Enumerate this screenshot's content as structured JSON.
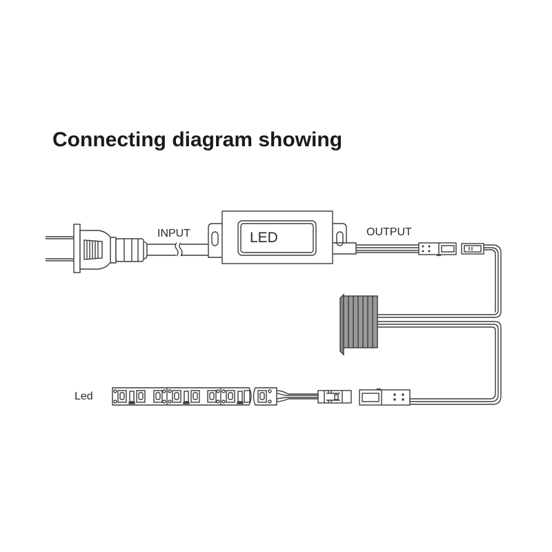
{
  "title": "Connecting diagram showing",
  "labels": {
    "input": "INPUT",
    "output": "OUTPUT",
    "driver": "LED",
    "strip": "Led"
  },
  "colors": {
    "line": "#3a3a3a",
    "fill_gray": "#9a9a9a",
    "background": "#ffffff"
  },
  "components": [
    {
      "id": "plug",
      "name": "Power plug"
    },
    {
      "id": "driver",
      "name": "LED driver",
      "label": "LED"
    },
    {
      "id": "output-connector",
      "name": "Output connector pair"
    },
    {
      "id": "sensor",
      "name": "Round switch/sensor"
    },
    {
      "id": "strip-connector",
      "name": "Strip connector pair"
    },
    {
      "id": "led-strip",
      "name": "LED strip",
      "label": "Led"
    }
  ]
}
